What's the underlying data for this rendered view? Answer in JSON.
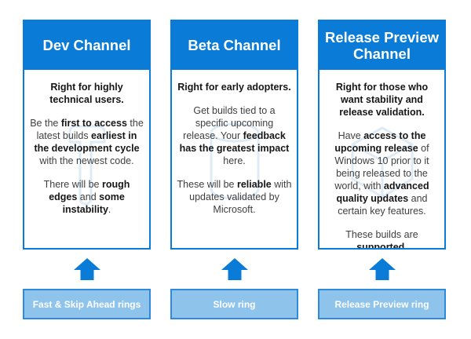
{
  "colors": {
    "primary_blue": "#0b7bd8",
    "ring_fill": "#8ec4ec",
    "ring_border": "#2f8bd9",
    "ring_text": "#ffffff",
    "body_text": "#3f3f3f",
    "bold_text": "#161616",
    "watermark_blue": "#c4dcf2"
  },
  "columns": [
    {
      "header": "Dev Channel",
      "watermark_icon": "hammer-watermark-icon",
      "paragraphs": [
        [
          {
            "t": "Right for highly technical users.",
            "b": true
          }
        ],
        [
          {
            "t": "Be the ",
            "b": false
          },
          {
            "t": "first to access",
            "b": true
          },
          {
            "t": " the latest builds ",
            "b": false
          },
          {
            "t": "earliest in the development cycle",
            "b": true
          },
          {
            "t": " with the newest code.",
            "b": false
          }
        ],
        [
          {
            "t": "There will be ",
            "b": false
          },
          {
            "t": "rough edges",
            "b": true
          },
          {
            "t": " and ",
            "b": false
          },
          {
            "t": "some instability",
            "b": true
          },
          {
            "t": ".",
            "b": false
          }
        ]
      ],
      "ring_label": "Fast & Skip Ahead rings"
    },
    {
      "header": "Beta Channel",
      "watermark_icon": "beaker-watermark-icon",
      "paragraphs": [
        [
          {
            "t": "Right for early adopters.",
            "b": true
          }
        ],
        [
          {
            "t": "Get builds tied to a specific upcoming release. Your ",
            "b": false
          },
          {
            "t": "feedback has the greatest impact",
            "b": true
          },
          {
            "t": " here.",
            "b": false
          }
        ],
        [
          {
            "t": "These will be ",
            "b": false
          },
          {
            "t": "reliable",
            "b": true
          },
          {
            "t": " with updates validated by Microsoft.",
            "b": false
          }
        ]
      ],
      "ring_label": "Slow ring"
    },
    {
      "header": "Release Preview Channel",
      "watermark_icon": "cube-watermark-icon",
      "paragraphs": [
        [
          {
            "t": "Right for those who want stability and release validation.",
            "b": true
          }
        ],
        [
          {
            "t": "Have ",
            "b": false
          },
          {
            "t": "access to the upcoming release",
            "b": true
          },
          {
            "t": " of Windows 10 prior to it being released to the world, with ",
            "b": false
          },
          {
            "t": "advanced quality updates",
            "b": true
          },
          {
            "t": " and certain key features.",
            "b": false
          }
        ],
        [
          {
            "t": "These builds are ",
            "b": false
          },
          {
            "t": "supported",
            "b": true
          },
          {
            "t": ".",
            "b": false
          }
        ]
      ],
      "ring_label": "Release Preview ring"
    }
  ]
}
